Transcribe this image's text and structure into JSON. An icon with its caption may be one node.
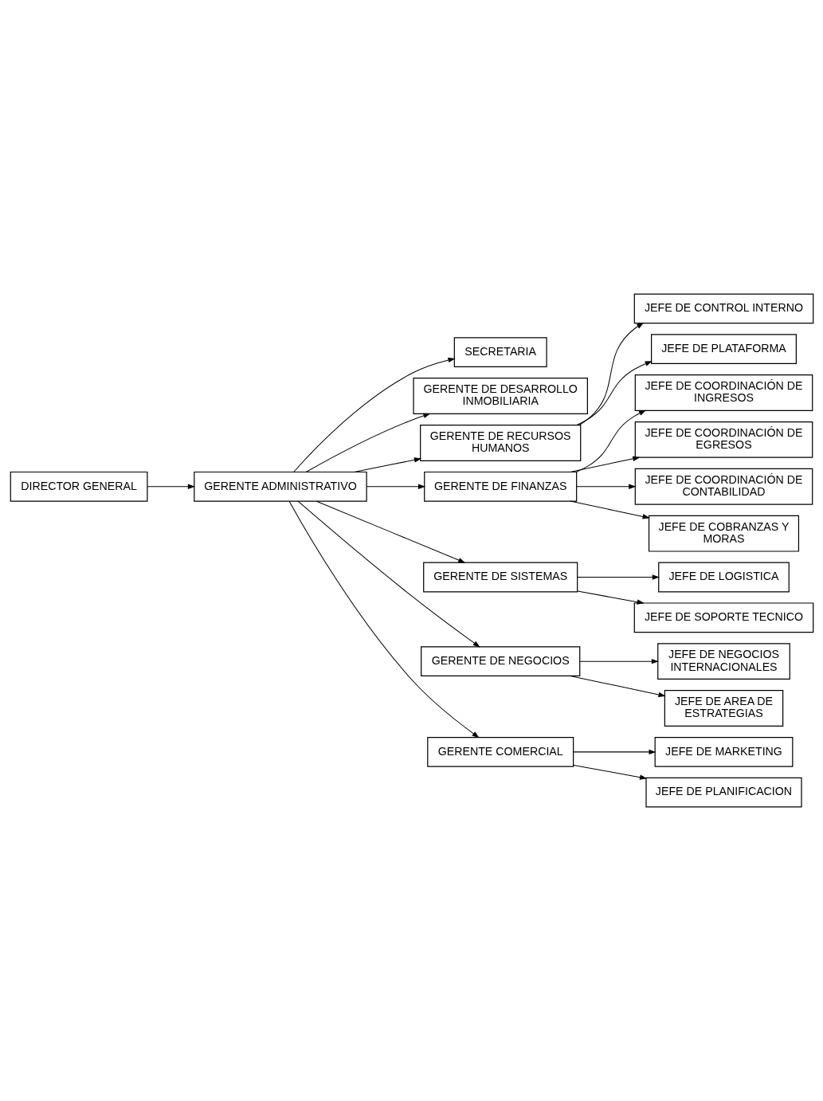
{
  "diagram": {
    "nodes": [
      {
        "text": [
          "DIRECTOR GENERAL"
        ]
      },
      {
        "text": [
          "GERENTE ADMINISTRATIVO"
        ]
      },
      {
        "text": [
          "SECRETARIA"
        ]
      },
      {
        "text": [
          "GERENTE DE DESARROLLO INMOBILIARIA"
        ]
      },
      {
        "text": [
          "GERENTE DE RECURSOS HUMANOS"
        ]
      },
      {
        "text": [
          "JEFE DE CONTROL INTERNO"
        ]
      },
      {
        "text": [
          "JEFE DE PLATAFORMA"
        ]
      },
      {
        "text": [
          "GERENTE DE FINANZAS"
        ]
      },
      {
        "text": [
          "JEFE DE COORDINACIÓN DE INGRESOS"
        ]
      },
      {
        "text": [
          "JEFE DE COORDINACIÓN DE EGRESOS"
        ]
      },
      {
        "text": [
          "JEFE DE COORDINACIÓN DE CONTABILIDAD"
        ]
      },
      {
        "text": [
          "JEFE DE COBRANZAS Y MORAS"
        ]
      },
      {
        "text": [
          "GERENTE DE SISTEMAS"
        ]
      },
      {
        "text": [
          "JEFE DE LOGISTICA"
        ]
      },
      {
        "text": [
          "JEFE DE SOPORTE TECNICO"
        ]
      },
      {
        "text": [
          "GERENTE DE NEGOCIOS"
        ]
      },
      {
        "text": [
          "JEFE DE NEGOCIOS INTERNACIONALES"
        ]
      },
      {
        "text": [
          "JEFE DE AREA DE ESTRATEGIAS"
        ]
      },
      {
        "text": [
          "GERENTE COMERCIAL"
        ]
      },
      {
        "text": [
          "JEFE DE MARKETING"
        ]
      },
      {
        "text": [
          "JEFE DE PLANIFICACION"
        ]
      }
    ],
    "edges": [
      {
        "from": 0,
        "to": 1,
        "arrow": "to"
      },
      {
        "from": 1,
        "to": 2,
        "arrow": "to"
      },
      {
        "from": 1,
        "to": 3,
        "arrow": "to"
      },
      {
        "from": 1,
        "to": 4,
        "arrow": "to"
      },
      {
        "from": 1,
        "to": 7,
        "arrow": "to"
      },
      {
        "from": 1,
        "to": 12,
        "arrow": "to"
      },
      {
        "from": 1,
        "to": 15,
        "arrow": "to"
      },
      {
        "from": 1,
        "to": 18,
        "arrow": "to"
      },
      {
        "from": 4,
        "to": 5,
        "arrow": "to"
      },
      {
        "from": 4,
        "to": 6,
        "arrow": "to"
      },
      {
        "from": 7,
        "to": 8,
        "arrow": "to"
      },
      {
        "from": 7,
        "to": 9,
        "arrow": "to"
      },
      {
        "from": 7,
        "to": 10,
        "arrow": "to"
      },
      {
        "from": 7,
        "to": 11,
        "arrow": "to"
      },
      {
        "from": 12,
        "to": 13,
        "arrow": "to"
      },
      {
        "from": 12,
        "to": 14,
        "arrow": "to"
      },
      {
        "from": 15,
        "to": 16,
        "arrow": "to"
      },
      {
        "from": 15,
        "to": 17,
        "arrow": "to"
      },
      {
        "from": 18,
        "to": 19,
        "arrow": "to"
      },
      {
        "from": 18,
        "to": 20,
        "arrow": "to"
      }
    ]
  }
}
